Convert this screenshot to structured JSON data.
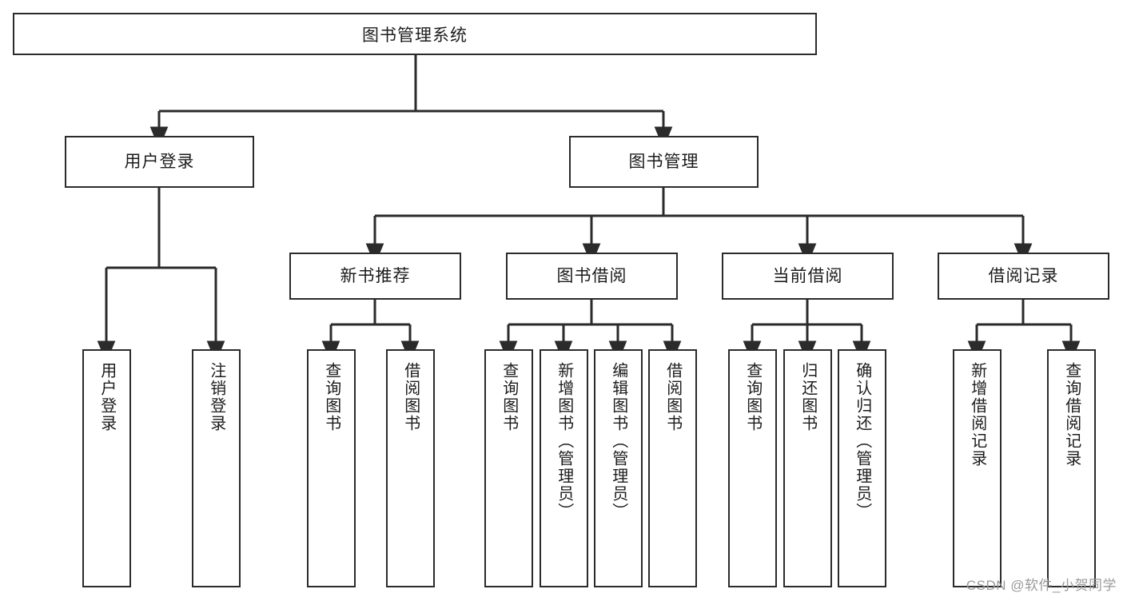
{
  "diagram": {
    "type": "tree-hierarchy",
    "title": "图书管理系统",
    "watermark": "CSDN @软件_小贺同学",
    "colors": {
      "background": "#ffffff",
      "stroke": "#2b2b2b",
      "text": "#1c1c1c",
      "watermark": "#9a9a9a"
    },
    "levels": {
      "root": {
        "label": "图书管理系统"
      },
      "level2": [
        {
          "label": "用户登录"
        },
        {
          "label": "图书管理"
        }
      ],
      "level3": [
        {
          "label": "新书推荐"
        },
        {
          "label": "图书借阅"
        },
        {
          "label": "当前借阅"
        },
        {
          "label": "借阅记录"
        }
      ]
    },
    "leaves": {
      "user_login": [
        {
          "label": "用户登录"
        },
        {
          "label": "注销登录"
        }
      ],
      "new_book_recommend": [
        {
          "label": "查询图书"
        },
        {
          "label": "借阅图书"
        }
      ],
      "book_borrow": [
        {
          "label": "查询图书"
        },
        {
          "label": "新增图书（管理员）"
        },
        {
          "label": "编辑图书（管理员）"
        },
        {
          "label": "借阅图书"
        }
      ],
      "current_borrow": [
        {
          "label": "查询图书"
        },
        {
          "label": "归还图书"
        },
        {
          "label": "确认归还（管理员）"
        }
      ],
      "borrow_record": [
        {
          "label": "新增借阅记录"
        },
        {
          "label": "查询借阅记录"
        }
      ]
    }
  }
}
